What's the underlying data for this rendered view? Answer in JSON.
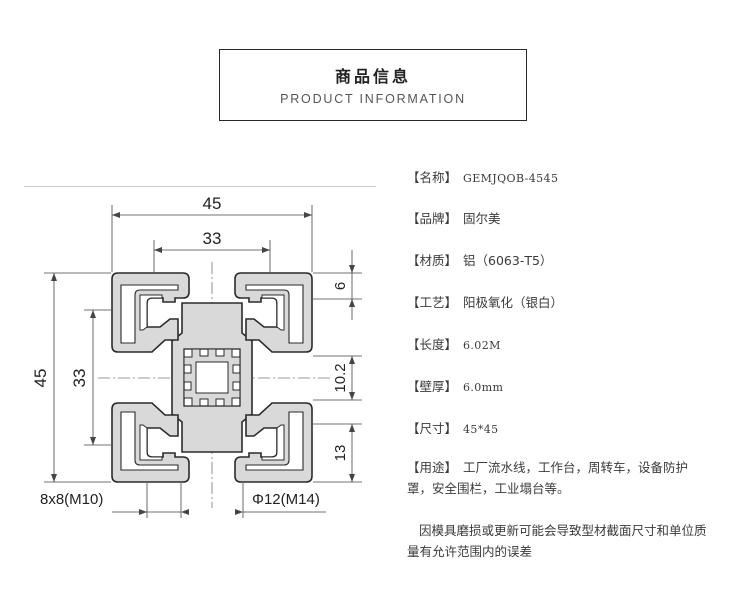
{
  "header": {
    "title": "商品信息",
    "subtitle": "PRODUCT INFORMATION"
  },
  "drawing": {
    "dim_width_outer": "45",
    "dim_width_inner": "33",
    "dim_height_outer": "45",
    "dim_height_inner": "33",
    "dim_slot_depth": "6",
    "dim_core": "10.2",
    "dim_side": "13",
    "label_slot": "8x8(M10)",
    "label_bore": "Φ12(M14)"
  },
  "specs": [
    {
      "label": "【名称】",
      "value": "GEMJQOB-4545"
    },
    {
      "label": "【品牌】",
      "value": "固尔美"
    },
    {
      "label": "【材质】",
      "value": "铝（6063-T5）"
    },
    {
      "label": "【工艺】",
      "value": "阳极氧化（银白）"
    },
    {
      "label": "【长度】",
      "value": "6.02M"
    },
    {
      "label": "【壁厚】",
      "value": "6.0mm"
    },
    {
      "label": "【尺寸】",
      "value": "45*45"
    }
  ],
  "usage": {
    "label": "【用途】",
    "value": "工厂流水线，工作台，周转车，设备防护罩，安全围栏，工业塌台等。"
  },
  "note": "因模具磨损或更新可能会导致型材截面尺寸和单位质量有允许范围内的误差"
}
